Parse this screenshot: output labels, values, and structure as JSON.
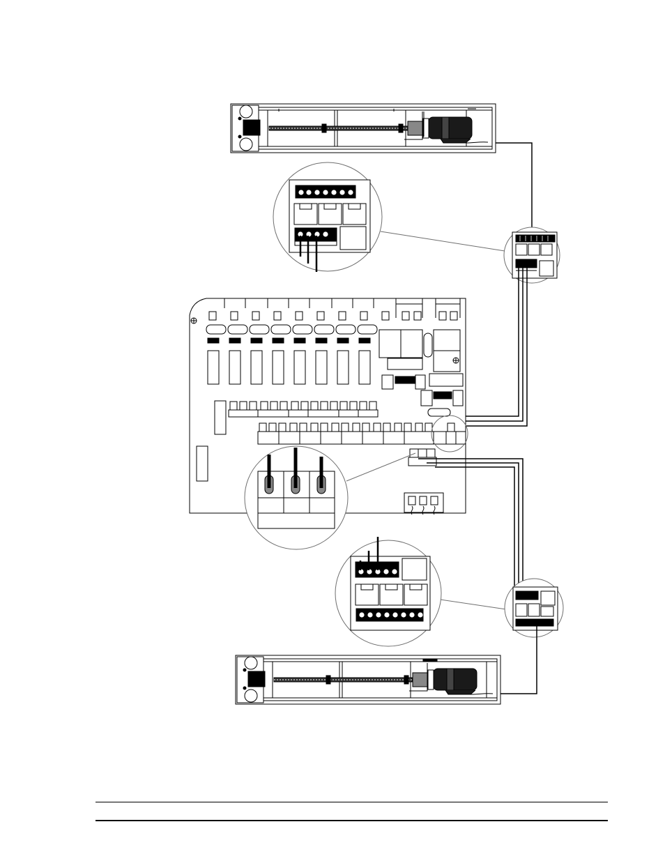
{
  "diagram": {
    "components": [
      {
        "id": "actuator-top",
        "kind": "linear actuator housing"
      },
      {
        "id": "relay-module-top",
        "kind": "relay interface board (magnified)"
      },
      {
        "id": "main-controller",
        "kind": "main control board"
      },
      {
        "id": "relay-module-bottom",
        "kind": "relay interface board (magnified)"
      },
      {
        "id": "actuator-bottom",
        "kind": "linear actuator housing"
      }
    ],
    "colors": {
      "line": "#000000",
      "callout": "#6e6e6e",
      "motor": "#1a1a1a",
      "paper": "#ffffff"
    }
  }
}
